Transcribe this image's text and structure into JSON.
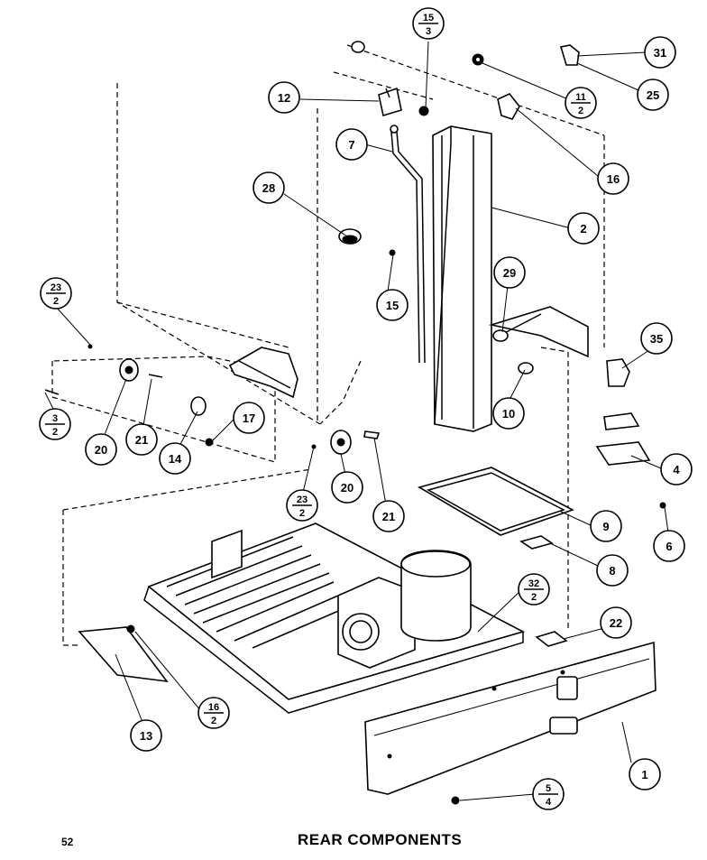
{
  "title": "REAR COMPONENTS",
  "page_number": "52",
  "callouts": [
    {
      "id": "c1",
      "top": "1",
      "bottom": ""
    },
    {
      "id": "c2",
      "top": "2",
      "bottom": ""
    },
    {
      "id": "c4",
      "top": "4",
      "bottom": ""
    },
    {
      "id": "c6",
      "top": "6",
      "bottom": ""
    },
    {
      "id": "c7",
      "top": "7",
      "bottom": ""
    },
    {
      "id": "c8",
      "top": "8",
      "bottom": ""
    },
    {
      "id": "c9",
      "top": "9",
      "bottom": ""
    },
    {
      "id": "c10",
      "top": "10",
      "bottom": ""
    },
    {
      "id": "c12",
      "top": "12",
      "bottom": ""
    },
    {
      "id": "c13",
      "top": "13",
      "bottom": ""
    },
    {
      "id": "c14",
      "top": "14",
      "bottom": ""
    },
    {
      "id": "c15",
      "top": "15",
      "bottom": ""
    },
    {
      "id": "c16",
      "top": "16",
      "bottom": ""
    },
    {
      "id": "c17",
      "top": "17",
      "bottom": ""
    },
    {
      "id": "c20a",
      "top": "20",
      "bottom": ""
    },
    {
      "id": "c20b",
      "top": "20",
      "bottom": ""
    },
    {
      "id": "c21a",
      "top": "21",
      "bottom": ""
    },
    {
      "id": "c21b",
      "top": "21",
      "bottom": ""
    },
    {
      "id": "c22",
      "top": "22",
      "bottom": ""
    },
    {
      "id": "c25",
      "top": "25",
      "bottom": ""
    },
    {
      "id": "c28",
      "top": "28",
      "bottom": ""
    },
    {
      "id": "c29",
      "top": "29",
      "bottom": ""
    },
    {
      "id": "c31",
      "top": "31",
      "bottom": ""
    },
    {
      "id": "c35",
      "top": "35",
      "bottom": ""
    },
    {
      "id": "f15_3",
      "top": "15",
      "bottom": "3"
    },
    {
      "id": "f11_2",
      "top": "11",
      "bottom": "2"
    },
    {
      "id": "f23_2a",
      "top": "23",
      "bottom": "2"
    },
    {
      "id": "f23_2b",
      "top": "23",
      "bottom": "2"
    },
    {
      "id": "f3_2",
      "top": "3",
      "bottom": "2"
    },
    {
      "id": "f32_2",
      "top": "32",
      "bottom": "2"
    },
    {
      "id": "f16_2",
      "top": "16",
      "bottom": "2"
    },
    {
      "id": "f5_4",
      "top": "5",
      "bottom": "4"
    }
  ]
}
